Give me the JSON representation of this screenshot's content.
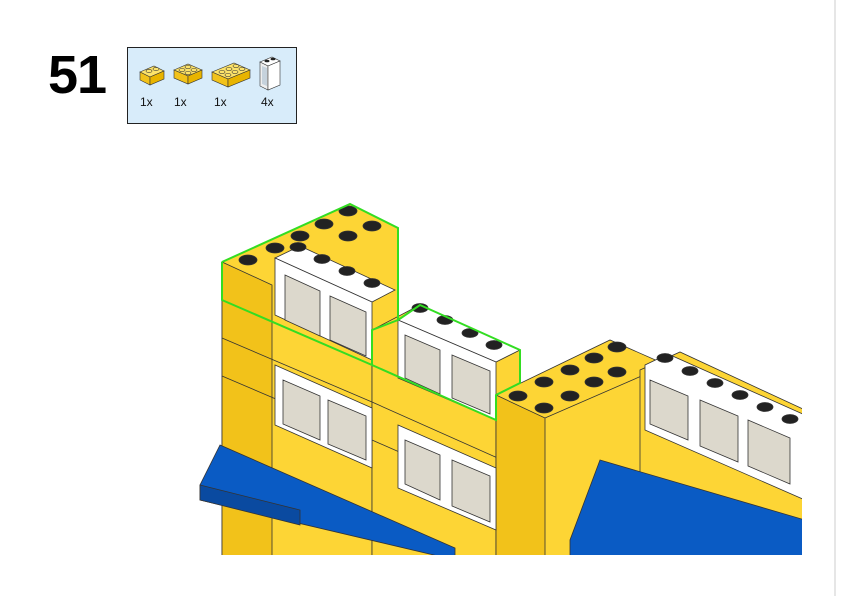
{
  "step_number": "51",
  "parts_list": [
    {
      "part": "brick-1x2-yellow",
      "quantity": "1x"
    },
    {
      "part": "brick-2x2-yellow",
      "quantity": "1x"
    },
    {
      "part": "brick-2x3-yellow",
      "quantity": "1x"
    },
    {
      "part": "window-1x2x2-white",
      "quantity": "4x"
    }
  ],
  "colors": {
    "yellow": "#fdd535",
    "blue": "#0a5bc4",
    "white": "#ffffff",
    "highlight": "#33dd22",
    "panel": "#d8ecfa"
  }
}
